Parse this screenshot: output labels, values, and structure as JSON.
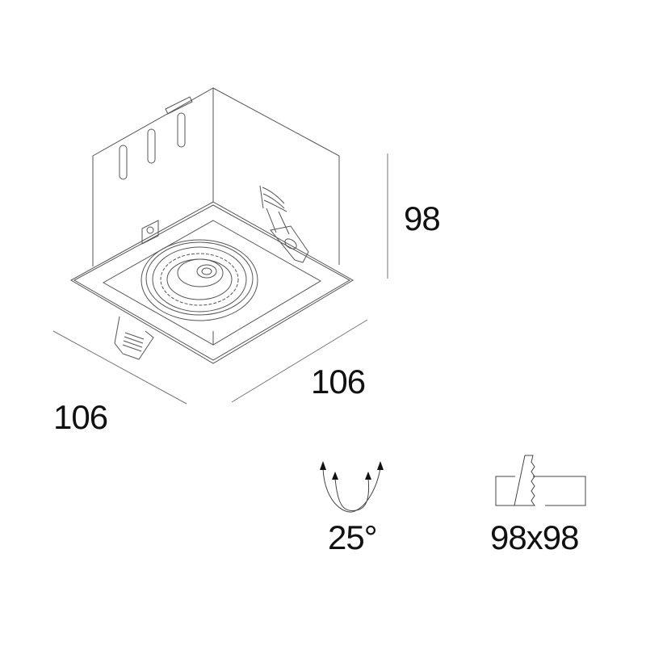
{
  "dimensions": {
    "height": "98",
    "width_right": "106",
    "width_left": "106"
  },
  "specs": {
    "tilt_angle": "25°",
    "cutout": "98x98"
  },
  "icons": [
    "tilt-arrows-icon",
    "ceiling-cutout-icon"
  ],
  "colors": {
    "line": "#555555",
    "text": "#111111"
  }
}
